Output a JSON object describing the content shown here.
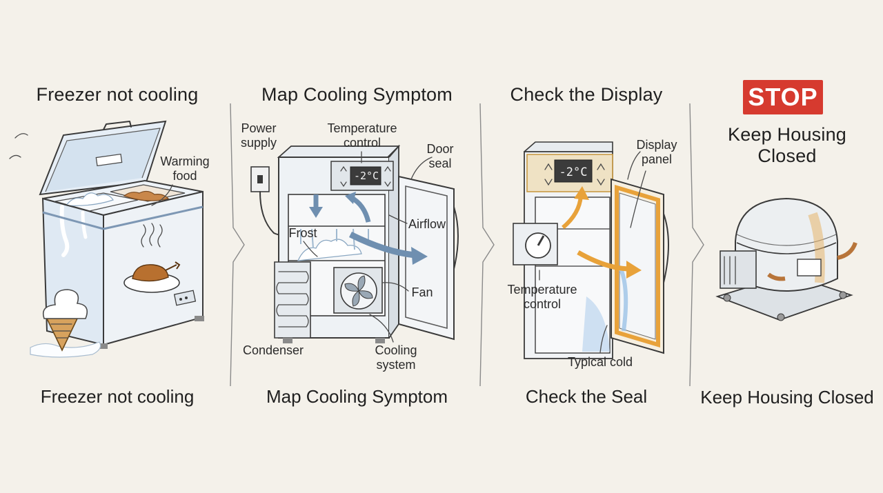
{
  "panels": [
    {
      "title": "Freezer not cooling",
      "caption": "Freezer not cooling",
      "labels": {
        "warming_food": "Warming\nfood"
      }
    },
    {
      "title": "Map Cooling Symptom",
      "caption": "Map Cooling Symptom",
      "labels": {
        "power_supply": "Power\nsupply",
        "temperature_control": "Temperature\ncontrol",
        "door_seal": "Door\nseal",
        "frost": "Frost",
        "airflow": "Airflow",
        "fan": "Fan",
        "condenser": "Condenser",
        "cooling_system": "Cooling\nsystem"
      },
      "display_reading": "-2°C"
    },
    {
      "title": "Check the Display",
      "caption": "Check the Seal",
      "labels": {
        "display_panel": "Display\npanel",
        "temperature_control": "Temperature\ncontrol",
        "typical_cold": "Typical cold"
      },
      "display_reading": "-2°C"
    },
    {
      "stop_badge": "STOP",
      "title": "Keep Housing\nClosed",
      "caption": "Keep Housing Closed"
    }
  ],
  "colors": {
    "background": "#f4f1ea",
    "stop_red": "#d63a2f",
    "cold_blue": "#9cc3e6",
    "warm_orange": "#e8a23a",
    "arrow_blue": "#6f8fb0"
  },
  "icons": [
    "chest-freezer-icon",
    "ice-cream-icon",
    "roast-chicken-icon",
    "upright-freezer-icon",
    "fan-icon",
    "thermostat-dial-icon",
    "compressor-icon",
    "chevron-right-icon"
  ]
}
